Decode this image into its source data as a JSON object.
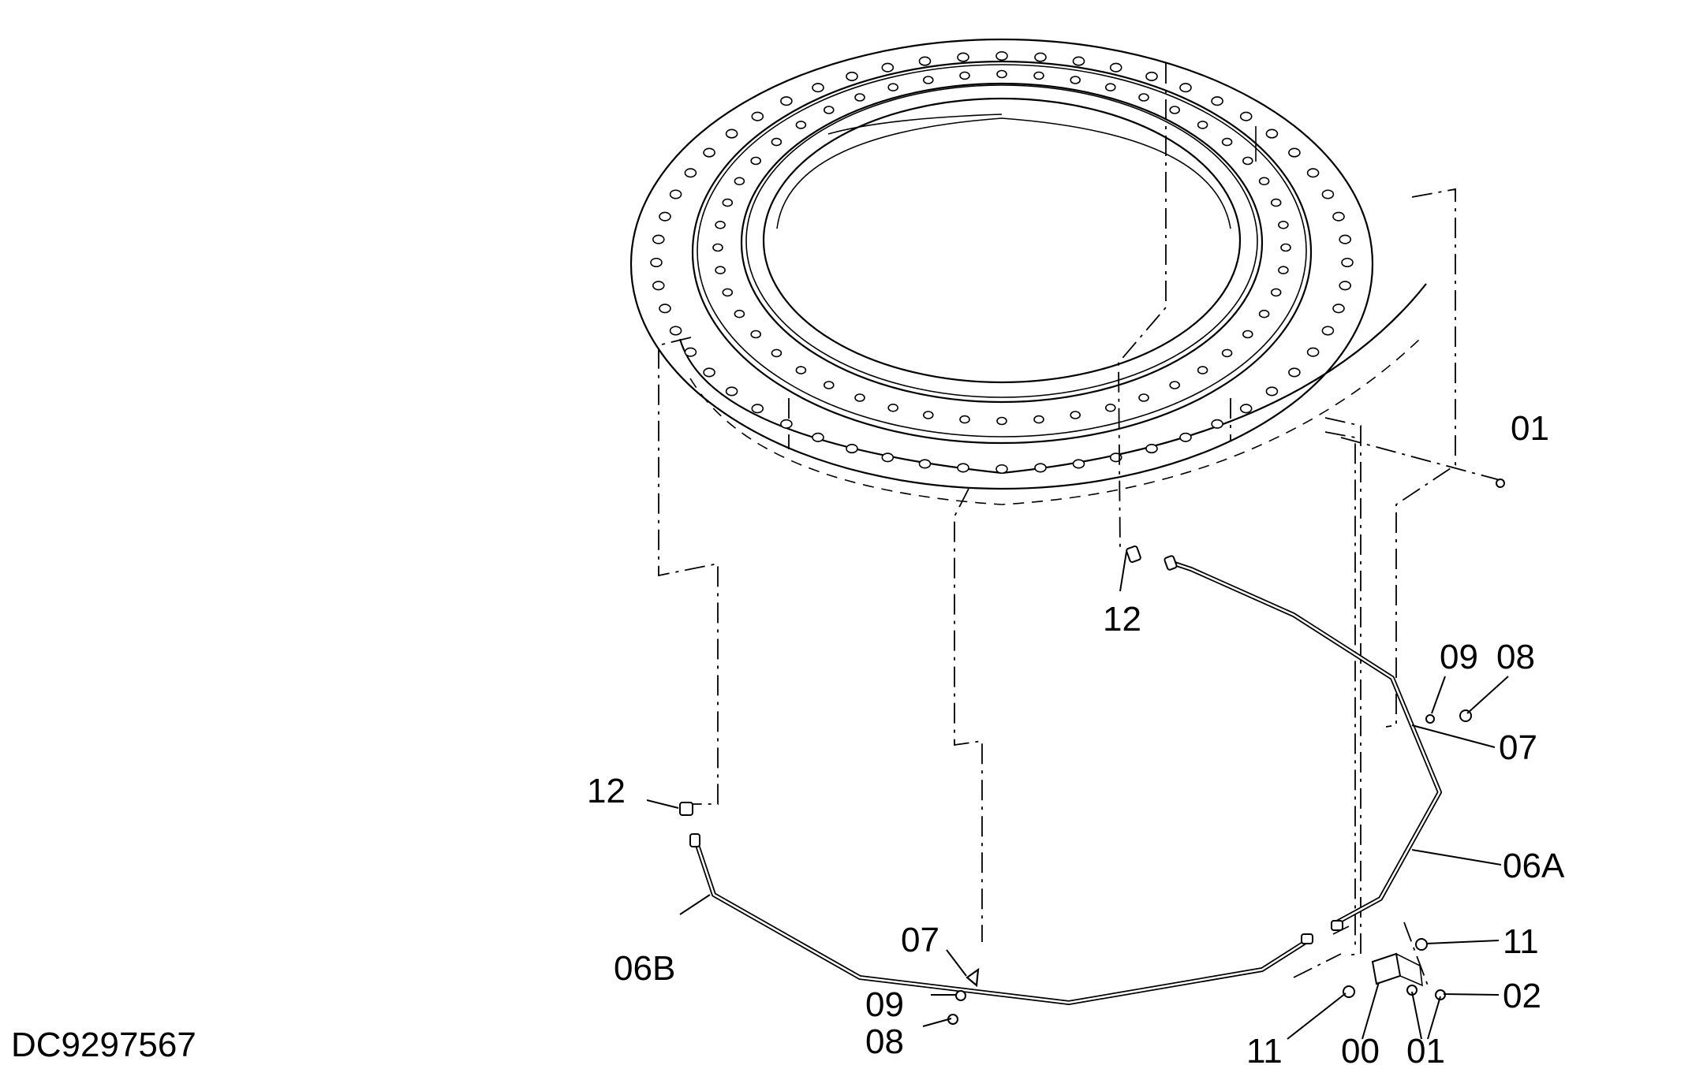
{
  "drawing_code": "DC9297567",
  "callouts": [
    {
      "id": "c01a",
      "label": "01"
    },
    {
      "id": "c12a",
      "label": "12"
    },
    {
      "id": "c09a",
      "label": "09"
    },
    {
      "id": "c08a",
      "label": "08"
    },
    {
      "id": "c07a",
      "label": "07"
    },
    {
      "id": "c06a",
      "label": "06A"
    },
    {
      "id": "c12b",
      "label": "12"
    },
    {
      "id": "c07b",
      "label": "07"
    },
    {
      "id": "c06b",
      "label": "06B"
    },
    {
      "id": "c09b",
      "label": "09"
    },
    {
      "id": "c08b",
      "label": "08"
    },
    {
      "id": "c11a",
      "label": "11"
    },
    {
      "id": "c02",
      "label": "02"
    },
    {
      "id": "c11b",
      "label": "11"
    },
    {
      "id": "c00",
      "label": "00"
    },
    {
      "id": "c01b",
      "label": "01"
    }
  ]
}
